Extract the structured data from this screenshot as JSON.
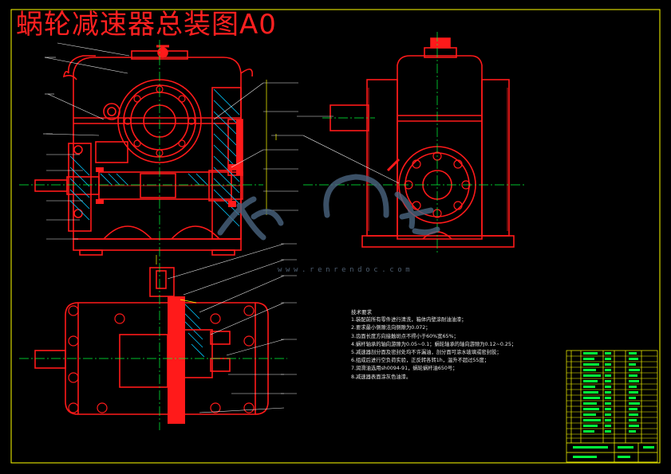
{
  "drawing": {
    "title": "蜗轮减速器总装图A0",
    "watermark": "www.renrendoc.com",
    "tech_requirements_title": "技术要求",
    "tech_requirements": [
      "1.装配前所有零件进行清洗，箱体内壁涂耐油油漆；",
      "2.要求最小侧隙法向侧隙为0.072；",
      "3.齿面长度方向接触斑点不得小于60%宽65%；",
      "4.蜗杆轴承的轴向游隙为0.05~0.1；蜗轮轴承的轴向游隙为0.12~0.25；",
      "5.减速器剖分面及密封处均不许漏油，剖分面可涂水玻璃或密封胶；",
      "6.组成后进行空负荷实验，正反转各转1h，温升不超过55度；",
      "7.润滑油选用sh0094-91，蜗轮蜗杆油650号；",
      "8.减速器表面涂灰色油漆。"
    ],
    "colors": {
      "background": "#000000",
      "part_outline": "#ff1a1a",
      "hatch": "#00c8ff",
      "center_line": "#00ff3c",
      "leader_line": "#e8e8e8",
      "dimension": "#ffff00",
      "frame": "#ffff00"
    }
  }
}
